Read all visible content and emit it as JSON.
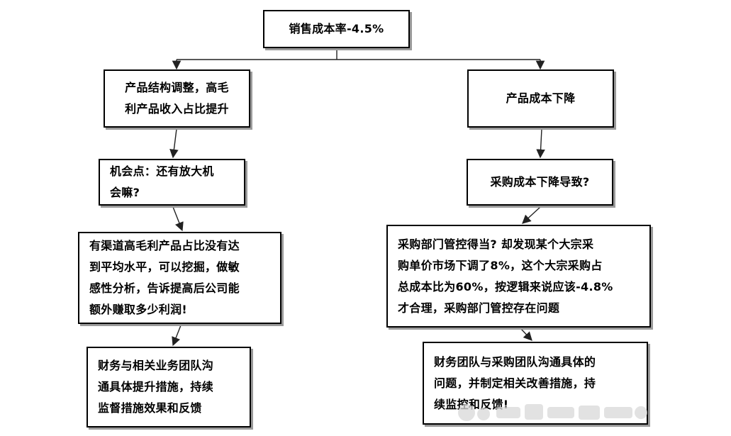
{
  "nodes": {
    "root": "销售成本率-4.5%",
    "product_mix": "产品结构调整，高毛\n利产品收入占比提升",
    "product_cost": "产品成本下降",
    "opportunity": "机会点：还有放大机\n会嘛?",
    "purchase_cost": "采购成本下降导致?",
    "channel_gap": "有渠道高毛利产品占比没有达\n到平均水平，可以挖掘，做敏\n感性分析，告诉提高后公司能\n额外赚取多少利润!",
    "procurement_dept": "采购部门管控得当? 却发现某个大宗采\n购单价市场下调了8%，这个大宗采购占\n总成本比为60%，按逻辑来说应该-4.8%\n才合理，采购部门管控存在问题",
    "action_left": "财务与相关业务团队沟\n通具体提升措施，持续\n监督措施效果和反馈",
    "action_right": "财务团队与采购团队沟通具体的\n问题，并制定相关改善措施，持\n续监控和反馈!"
  },
  "colors": {
    "border": "#000000",
    "shadow": "#9a9a9a",
    "connector": "#222222",
    "background": "#ffffff"
  }
}
